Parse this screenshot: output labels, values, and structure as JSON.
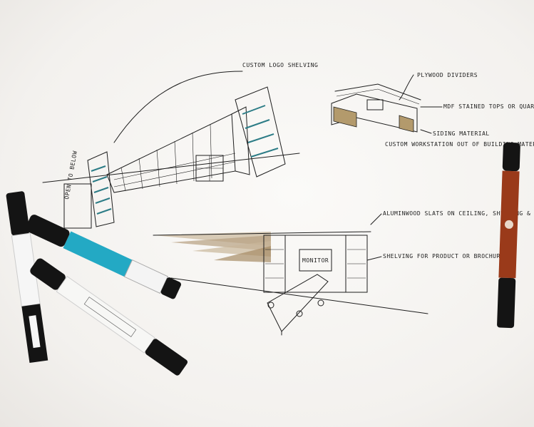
{
  "sketch_top_left": {
    "label_custom_logo": "CUSTOM LOGO SHELVING",
    "label_open_to": "OPEN TO BELOW"
  },
  "sketch_top_right": {
    "label_dividers": "PLYWOOD DIVIDERS",
    "label_tops": "MDF STAINED TOPS OR QUARTZ TOPS",
    "label_siding": "SIDING MATERIAL",
    "label_workstation": "CUSTOM WORKSTATION OUT OF BUILDING MATERIALS"
  },
  "sketch_bottom": {
    "label_slats": "ALUMINWOOD SLATS ON CEILING, SHELVING & WALL",
    "label_monitor": "MONITOR",
    "label_shelving": "SHELVING FOR PRODUCT OR BROCHURES"
  },
  "markers": {
    "colors": {
      "teal": "#23a9c4",
      "rust": "#9a3a1a",
      "black": "#141414"
    }
  }
}
